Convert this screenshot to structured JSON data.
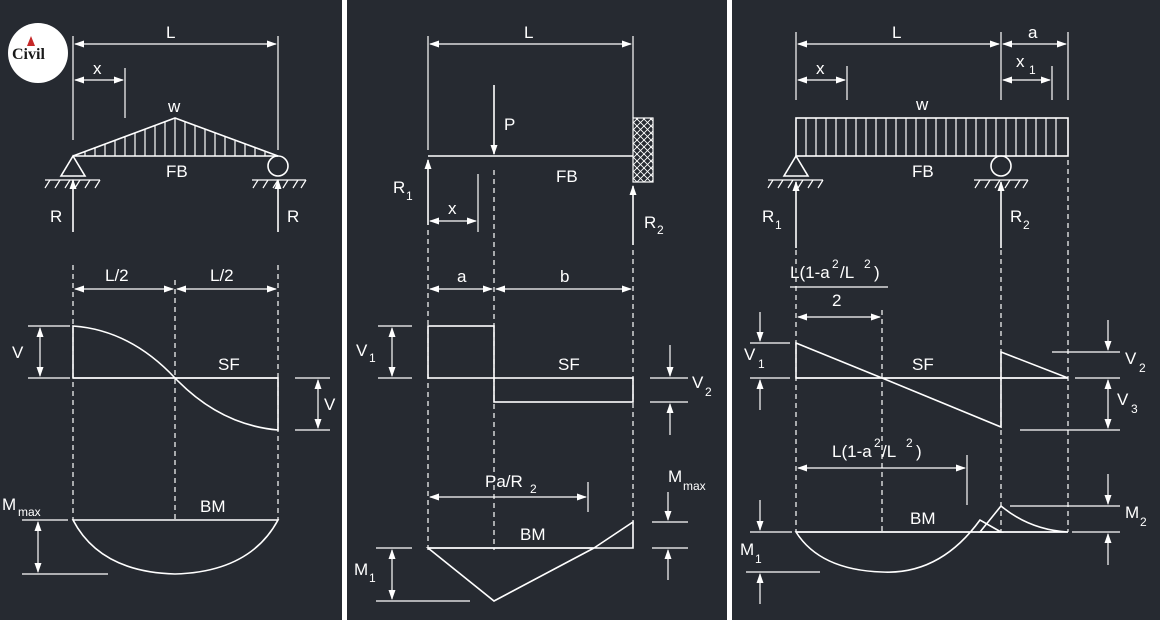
{
  "colors": {
    "background": "#262a31",
    "line": "#ffffff",
    "divider": "#ffffff",
    "logo_red": "#c62828"
  },
  "logo": {
    "text": "Civil",
    "icon": "civil-engineering-logo"
  },
  "panels": [
    {
      "id": "simply-supported-triangular-load",
      "dim_L": "L",
      "dim_x": "x",
      "load_w": "w",
      "beam_label": "FB",
      "reaction_left": "R",
      "reaction_right": "R",
      "half_left": "L/2",
      "half_right": "L/2",
      "shear_label": "SF",
      "shear_left": "V",
      "shear_right": "V",
      "moment_label": "BM",
      "moment_main": "M",
      "moment_sub": "max"
    },
    {
      "id": "propped-cantilever-point-load",
      "dim_L": "L",
      "load_P": "P",
      "beam_label": "FB",
      "reaction_left_main": "R",
      "reaction_left_sub": "1",
      "reaction_right_main": "R",
      "reaction_right_sub": "2",
      "dim_x": "x",
      "dim_a": "a",
      "dim_b": "b",
      "shear_label": "SF",
      "shear_left_main": "V",
      "shear_left_sub": "1",
      "shear_right_main": "V",
      "shear_right_sub": "2",
      "moment_pos_main": "Pa/R",
      "moment_pos_sub": "2",
      "moment_label": "BM",
      "moment_max_main": "M",
      "moment_max_sub": "max",
      "moment_1_main": "M",
      "moment_1_sub": "1"
    },
    {
      "id": "overhanging-beam-udl",
      "dim_L": "L",
      "dim_a": "a",
      "dim_x": "x",
      "dim_x1_main": "x",
      "dim_x1_sub": "1",
      "load_w": "w",
      "beam_label": "FB",
      "reaction_left_main": "R",
      "reaction_left_sub": "1",
      "reaction_right_main": "R",
      "reaction_right_sub": "2",
      "sf_pos_num": "L(1-a",
      "sf_pos_sup1": "2",
      "sf_pos_mid": "/L",
      "sf_pos_sup2": "2",
      "sf_pos_end": ")",
      "sf_pos_den": "2",
      "shear_label": "SF",
      "shear_1_main": "V",
      "shear_1_sub": "1",
      "shear_2_main": "V",
      "shear_2_sub": "2",
      "shear_3_main": "V",
      "shear_3_sub": "3",
      "bm_pos_num": "L(1-a",
      "bm_pos_sup1": "2",
      "bm_pos_mid": "/L",
      "bm_pos_sup2": "2",
      "bm_pos_end": ")",
      "moment_label": "BM",
      "moment_1_main": "M",
      "moment_1_sub": "1",
      "moment_2_main": "M",
      "moment_2_sub": "2"
    }
  ]
}
